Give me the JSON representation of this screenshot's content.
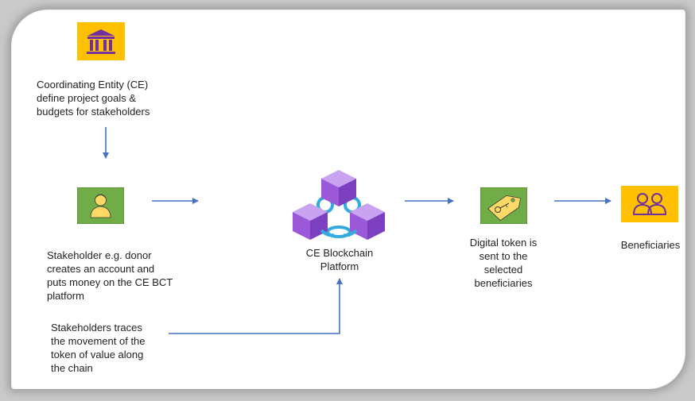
{
  "nodes": {
    "coordinating_entity": "Coordinating Entity (CE)\ndefine project goals &\nbudgets for stakeholders",
    "stakeholder": "Stakeholder e.g. donor\ncreates an account and\nputs money on the CE BCT\nplatform",
    "platform": "CE Blockchain\nPlatform",
    "digital_token": "Digital token is\nsent to the\nselected\nbeneficiaries",
    "beneficiaries": "Beneficiaries",
    "traces": "Stakeholders traces\nthe movement of the\ntoken of value along\nthe chain"
  },
  "icons": {
    "coordinating_entity": "bank-icon",
    "stakeholder": "person-icon",
    "platform": "blockchain-cubes-icon",
    "digital_token": "tag-key-icon",
    "beneficiaries": "people-icon"
  },
  "colors": {
    "arrow": "#4472c4",
    "bank_bg": "#ffc000",
    "bank_fg": "#7030a0",
    "green_bg": "#70ad47",
    "yellow_icon": "#ffd966",
    "cube_purple": "#9b59d9",
    "chain_blue": "#33aadd"
  }
}
